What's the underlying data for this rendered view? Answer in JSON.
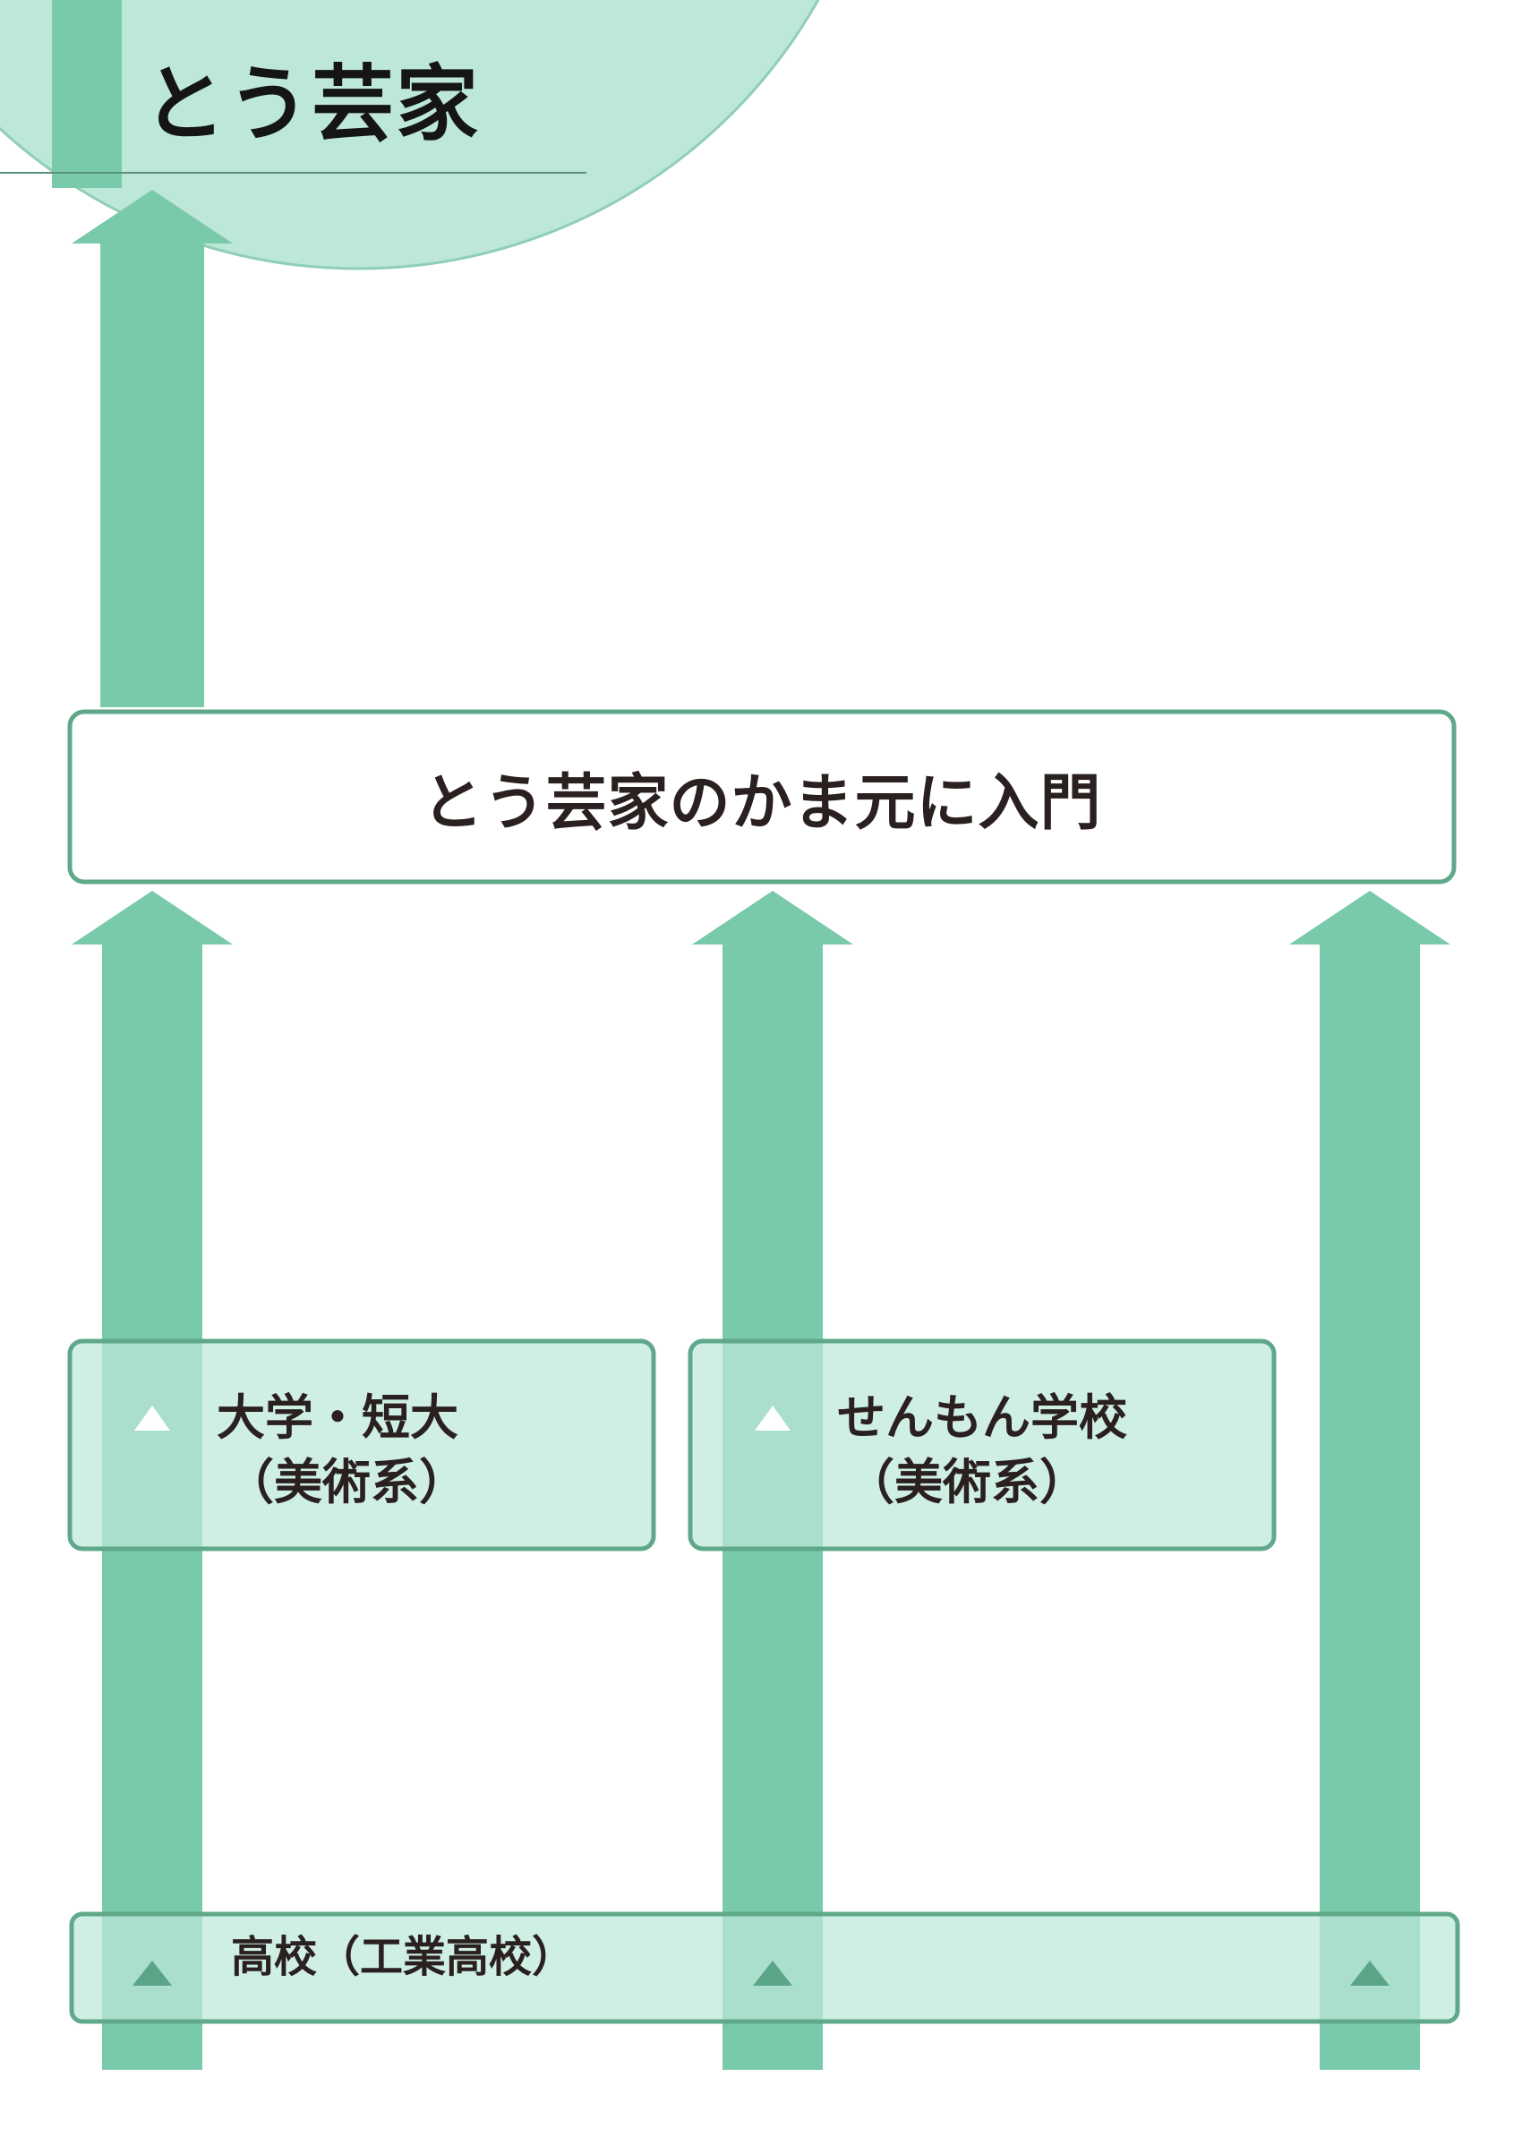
{
  "title": "とう芸家",
  "boxes": {
    "main": "とう芸家のかま元に入門",
    "university": {
      "line1": "大学・短大",
      "line2": "（美術系）"
    },
    "vocational": {
      "line1": "せんもん学校",
      "line2": "（美術系）"
    },
    "highschool": "高校（工業高校）"
  },
  "colors": {
    "arrow": "#79c9ab",
    "light_fill": "#bde8d9",
    "border": "#5fa88a",
    "triangle_dark": "#5aa587",
    "text": "#2a2020"
  }
}
